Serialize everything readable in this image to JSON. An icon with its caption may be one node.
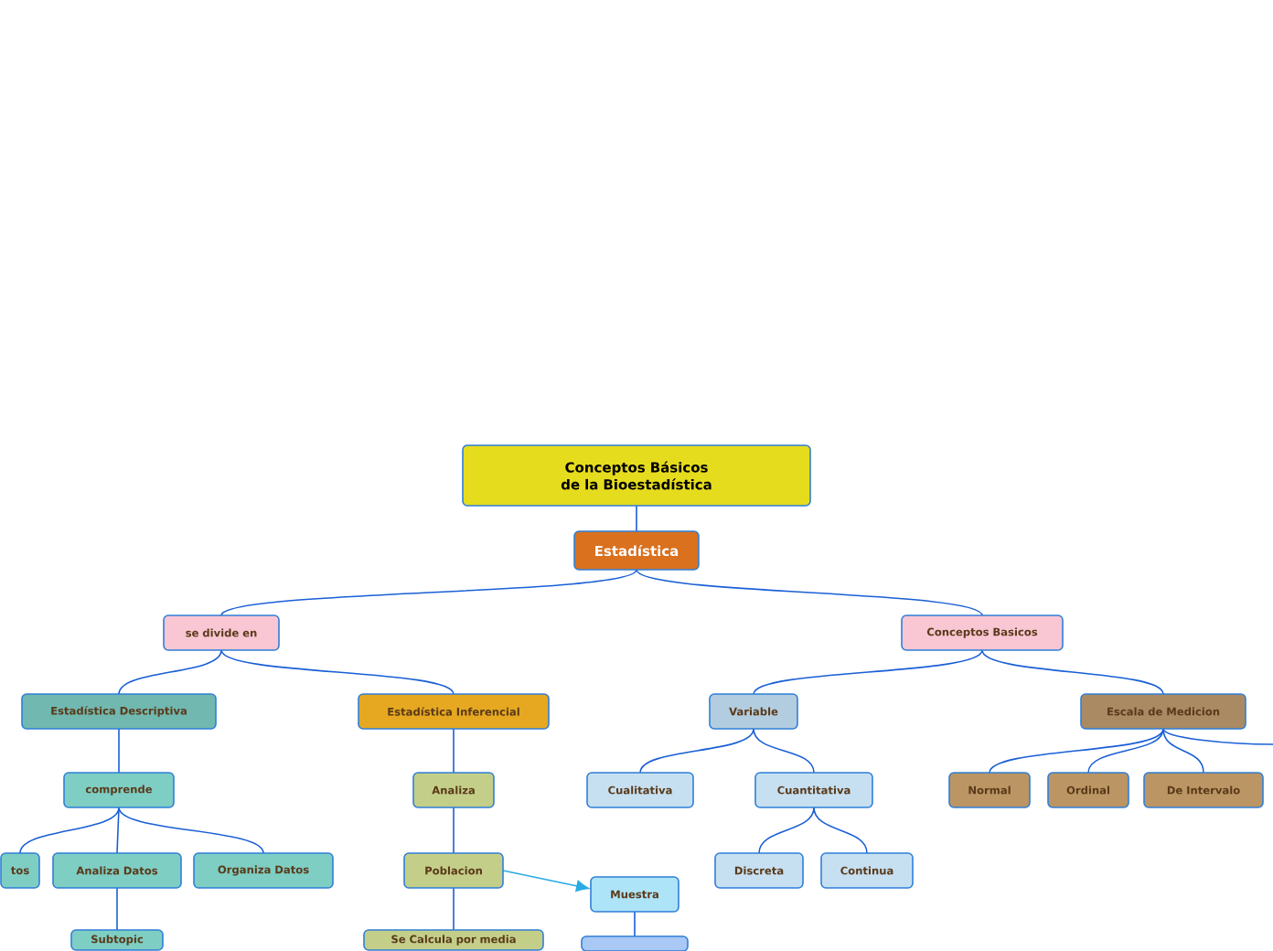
{
  "diagram": {
    "nodes": [
      {
        "text": [
          "Conceptos Básicos de la Bioestadística"
        ]
      },
      {
        "text": [
          "Estadística"
        ]
      },
      {
        "text": [
          "se divide en"
        ]
      },
      {
        "text": [
          "Conceptos Basicos"
        ]
      },
      {
        "text": [
          "Estadística Descriptiva"
        ]
      },
      {
        "text": [
          "Estadística Inferencial"
        ]
      },
      {
        "text": [
          "Variable"
        ]
      },
      {
        "text": [
          "Escala de Medicion"
        ]
      },
      {
        "text": [
          "comprende"
        ]
      },
      {
        "text": [
          "Analiza"
        ]
      },
      {
        "text": [
          "Cualitativa"
        ]
      },
      {
        "text": [
          "Cuantitativa"
        ]
      },
      {
        "text": [
          "Normal"
        ]
      },
      {
        "text": [
          "Ordinal"
        ]
      },
      {
        "text": [
          "De Intervalo"
        ]
      },
      {
        "text": [
          "tos"
        ]
      },
      {
        "text": [
          "Analiza Datos"
        ]
      },
      {
        "text": [
          "Organiza Datos"
        ]
      },
      {
        "text": [
          "Poblacion"
        ]
      },
      {
        "text": [
          "Muestra"
        ]
      },
      {
        "text": [
          "Discreta"
        ]
      },
      {
        "text": [
          "Continua"
        ]
      },
      {
        "text": [
          "Subtopic"
        ]
      },
      {
        "text": [
          "Se Calcula por media"
        ]
      },
      {
        "text": [],
        "shape": "box"
      }
    ],
    "edges": [
      {
        "from": 0,
        "to": 1,
        "arrow": "none"
      },
      {
        "from": 1,
        "to": 2,
        "arrow": "none"
      },
      {
        "from": 1,
        "to": 3,
        "arrow": "none"
      },
      {
        "from": 2,
        "to": 4,
        "arrow": "none"
      },
      {
        "from": 2,
        "to": 5,
        "arrow": "none"
      },
      {
        "from": 3,
        "to": 6,
        "arrow": "none"
      },
      {
        "from": 3,
        "to": 7,
        "arrow": "none"
      },
      {
        "from": 4,
        "to": 8,
        "arrow": "none"
      },
      {
        "from": 5,
        "to": 9,
        "arrow": "none"
      },
      {
        "from": 6,
        "to": 10,
        "arrow": "none"
      },
      {
        "from": 6,
        "to": 11,
        "arrow": "none"
      },
      {
        "from": 7,
        "to": 12,
        "arrow": "none"
      },
      {
        "from": 7,
        "to": 13,
        "arrow": "none"
      },
      {
        "from": 7,
        "to": 14,
        "arrow": "none"
      },
      {
        "from": 7,
        "to": null,
        "arrow": "none"
      },
      {
        "from": 8,
        "to": 15,
        "arrow": "none"
      },
      {
        "from": 8,
        "to": 16,
        "arrow": "none"
      },
      {
        "from": 8,
        "to": 17,
        "arrow": "none"
      },
      {
        "from": 9,
        "to": 18,
        "arrow": "none"
      },
      {
        "from": 18,
        "to": 19,
        "arrow": "to",
        "color": "#29abe2"
      },
      {
        "from": 18,
        "to": 23,
        "arrow": "none"
      },
      {
        "from": 19,
        "to": 24,
        "arrow": "none"
      },
      {
        "from": 11,
        "to": 20,
        "arrow": "none"
      },
      {
        "from": 11,
        "to": 21,
        "arrow": "none"
      },
      {
        "from": 16,
        "to": 22,
        "arrow": "none"
      }
    ]
  }
}
